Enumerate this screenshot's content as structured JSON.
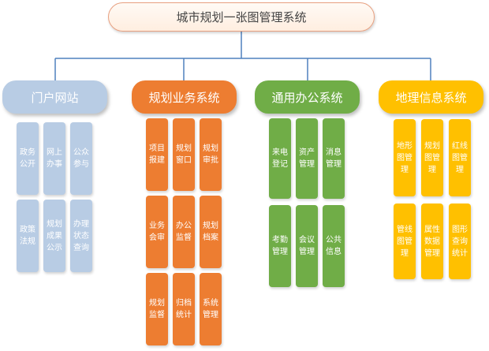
{
  "title": "城市规划一张图管理系统",
  "colors": {
    "portal": "#b8cce4",
    "business": "#ed7d31",
    "office": "#70ad47",
    "gis": "#ffc000",
    "connector": "#4f81bd"
  },
  "categories": [
    {
      "label": "门户网站",
      "items": [
        "政务\n公开",
        "网上\n办事",
        "公众\n参与",
        "政策\n法规",
        "规划\n成果\n公示",
        "办理\n状态\n查询"
      ]
    },
    {
      "label": "规划业务系统",
      "items": [
        "项目\n报建",
        "规划\n窗口",
        "规划\n审批",
        "业务\n会审",
        "办公\n监督",
        "规划\n档案",
        "规划\n监督",
        "归档\n统计",
        "系统\n管理"
      ]
    },
    {
      "label": "通用办公系统",
      "items": [
        "来电\n登记",
        "资产\n管理",
        "消息\n管理",
        "考勤\n管理",
        "会议\n管理",
        "公共\n信息"
      ]
    },
    {
      "label": "地理信息系统",
      "items": [
        "地形\n图管\n理",
        "规划\n图管理",
        "红线\n图管\n理",
        "管线\n图管\n理",
        "属性\n数据\n管理",
        "图形\n查询\n统计"
      ]
    }
  ]
}
